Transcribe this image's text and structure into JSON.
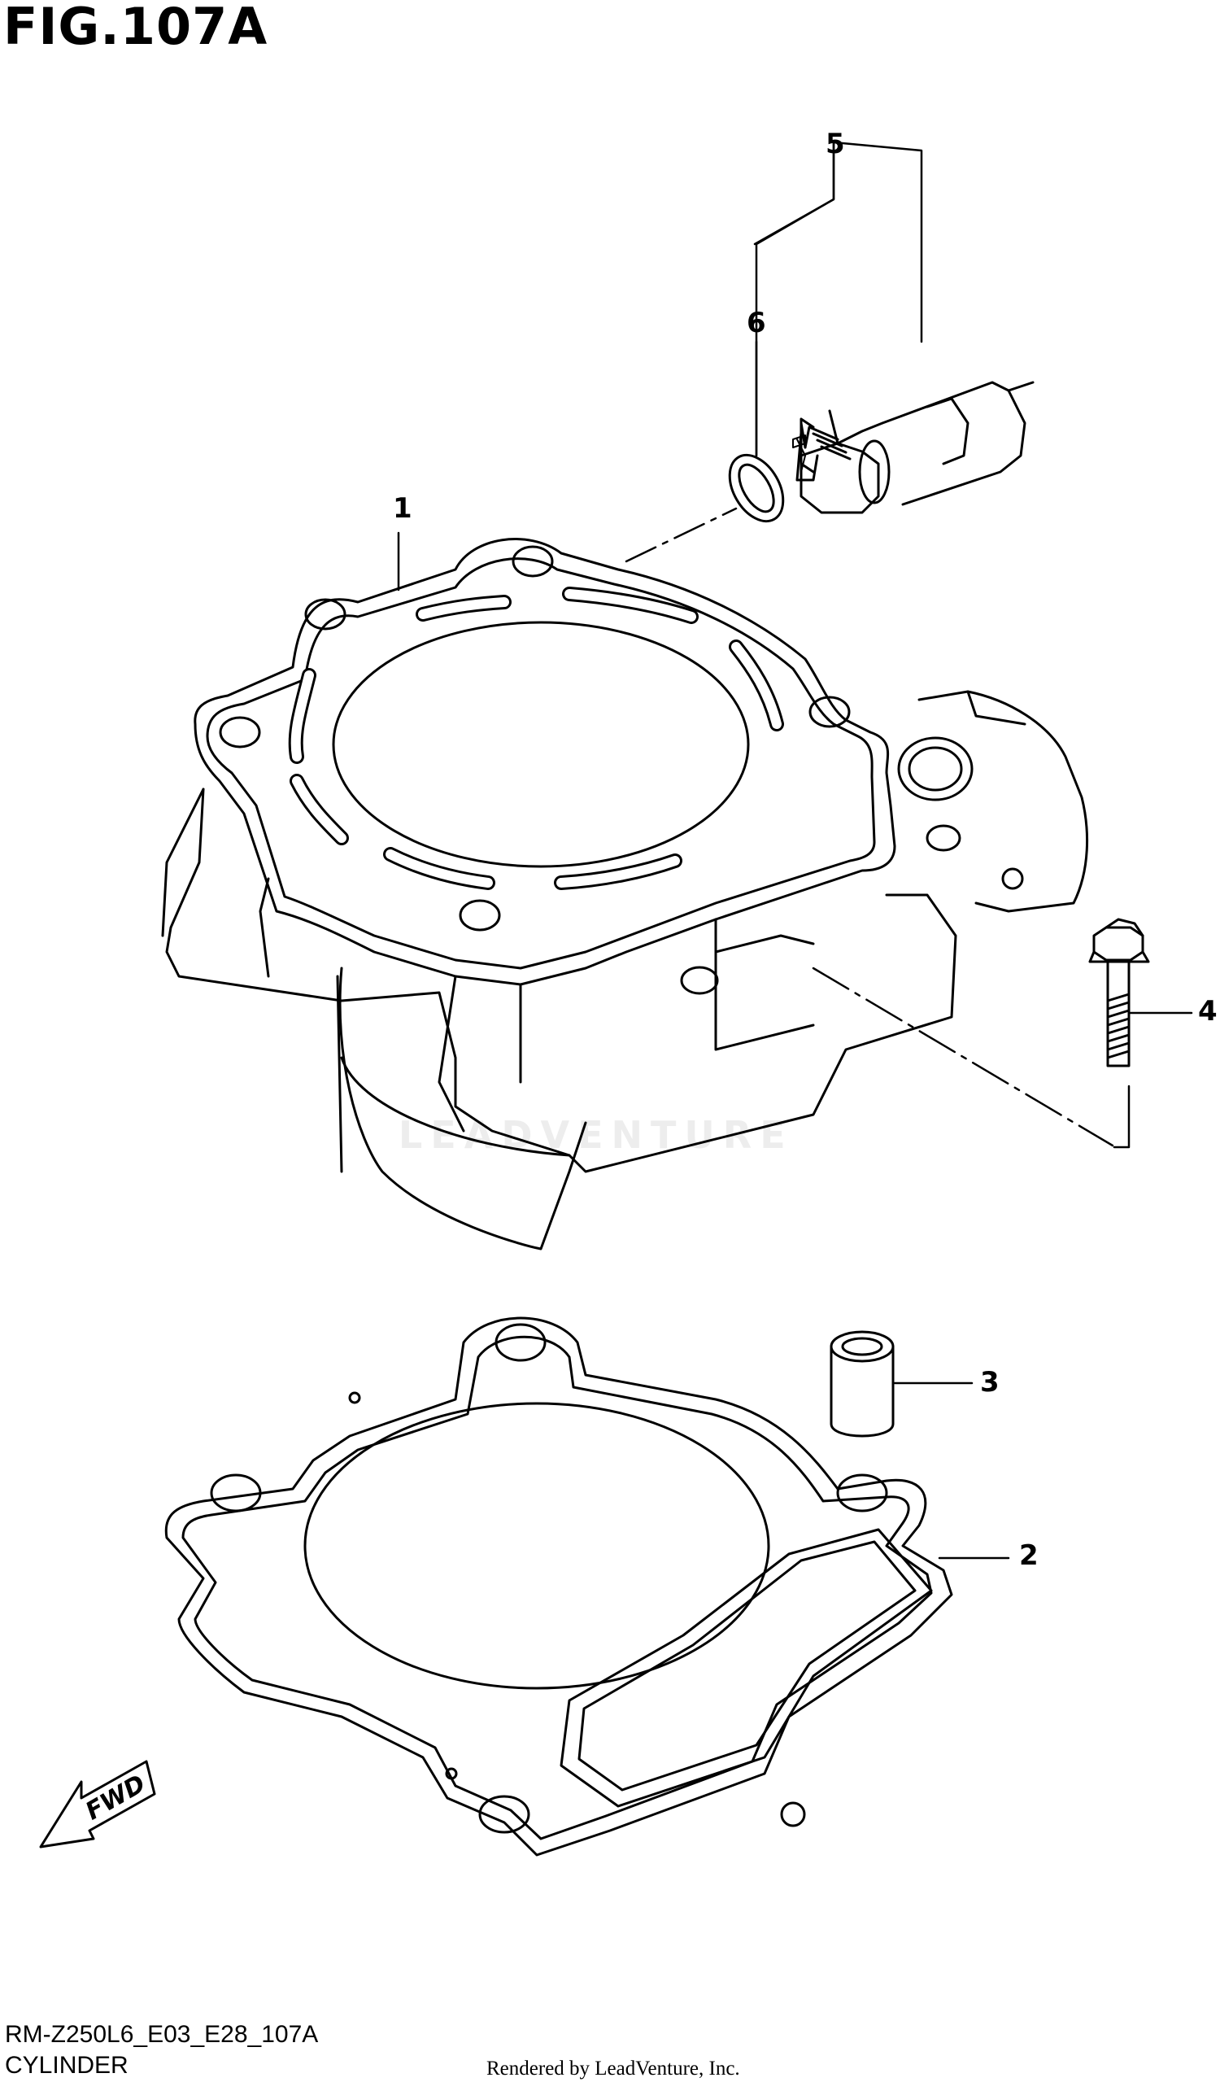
{
  "figure": {
    "title": "FIG.107A"
  },
  "callouts": [
    {
      "id": "1",
      "label": "1"
    },
    {
      "id": "2",
      "label": "2"
    },
    {
      "id": "3",
      "label": "3"
    },
    {
      "id": "4",
      "label": "4"
    },
    {
      "id": "5",
      "label": "5"
    },
    {
      "id": "6",
      "label": "6"
    }
  ],
  "direction": {
    "label": "FWD"
  },
  "footer": {
    "code": "RM-Z250L6_E03_E28_107A",
    "name": "CYLINDER",
    "rendered_by": "Rendered by LeadVenture, Inc."
  },
  "watermark": {
    "text": "LEADVENTURE"
  },
  "colors": {
    "line": "#000000",
    "background": "#ffffff",
    "watermark": "#ededed"
  }
}
